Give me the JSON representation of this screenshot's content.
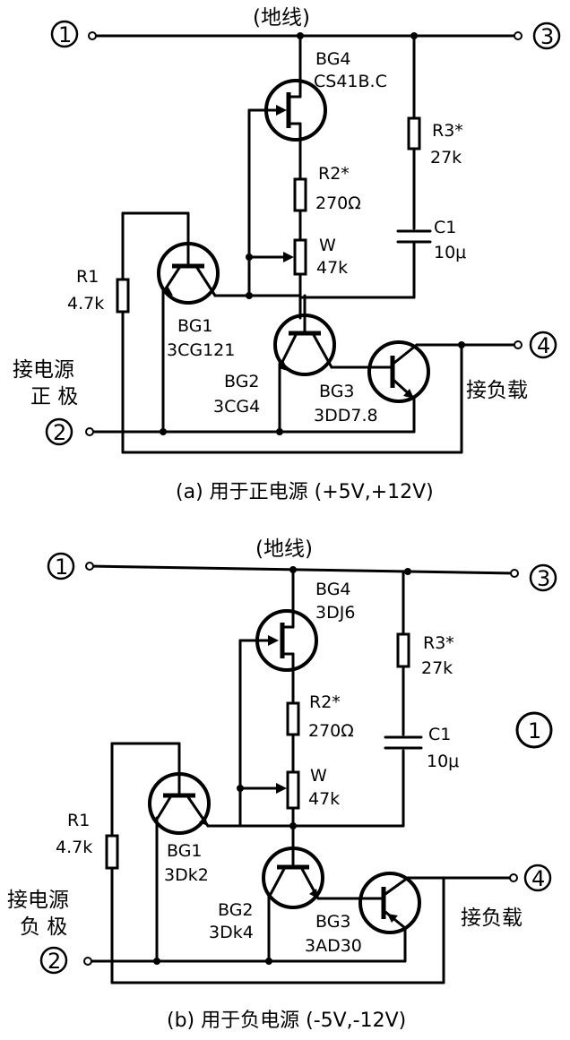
{
  "circuit_a": {
    "top_label": "(地线)",
    "terminals": [
      "1",
      "2",
      "3",
      "4"
    ],
    "bg4_name": "BG4",
    "bg4_type": "CS41B.C",
    "r3_name": "R3*",
    "r3_value": "27k",
    "r2_name": "R2*",
    "r2_value": "270Ω",
    "c1_name": "C1",
    "c1_value": "10μ",
    "w_name": "W",
    "w_value": "47k",
    "r1_name": "R1",
    "r1_value": "4.7k",
    "bg1_name": "BG1",
    "bg1_type": "3CG121",
    "bg2_name": "BG2",
    "bg2_type": "3CG4",
    "bg3_name": "BG3",
    "bg3_type": "3DD7.8",
    "supply_line1": "接电源",
    "supply_line2": "正 极",
    "load_label": "接负载",
    "caption": "(a) 用于正电源 (+5V,+12V)"
  },
  "circuit_b": {
    "top_label": "(地线)",
    "terminals": [
      "1",
      "2",
      "3",
      "4"
    ],
    "bg4_name": "BG4",
    "bg4_type": "3DJ6",
    "r3_name": "R3*",
    "r3_value": "27k",
    "r2_name": "R2*",
    "r2_value": "270Ω",
    "c1_name": "C1",
    "c1_value": "10μ",
    "w_name": "W",
    "w_value": "47k",
    "r1_name": "R1",
    "r1_value": "4.7k",
    "bg1_name": "BG1",
    "bg1_type": "3Dk2",
    "bg2_name": "BG2",
    "bg2_type": "3Dk4",
    "bg3_name": "BG3",
    "bg3_type": "3AD30",
    "supply_line1": "接电源",
    "supply_line2": "负 极",
    "load_label": "接负载",
    "caption": "(b) 用于负电源 (-5V,-12V)"
  },
  "figure_number": "1"
}
